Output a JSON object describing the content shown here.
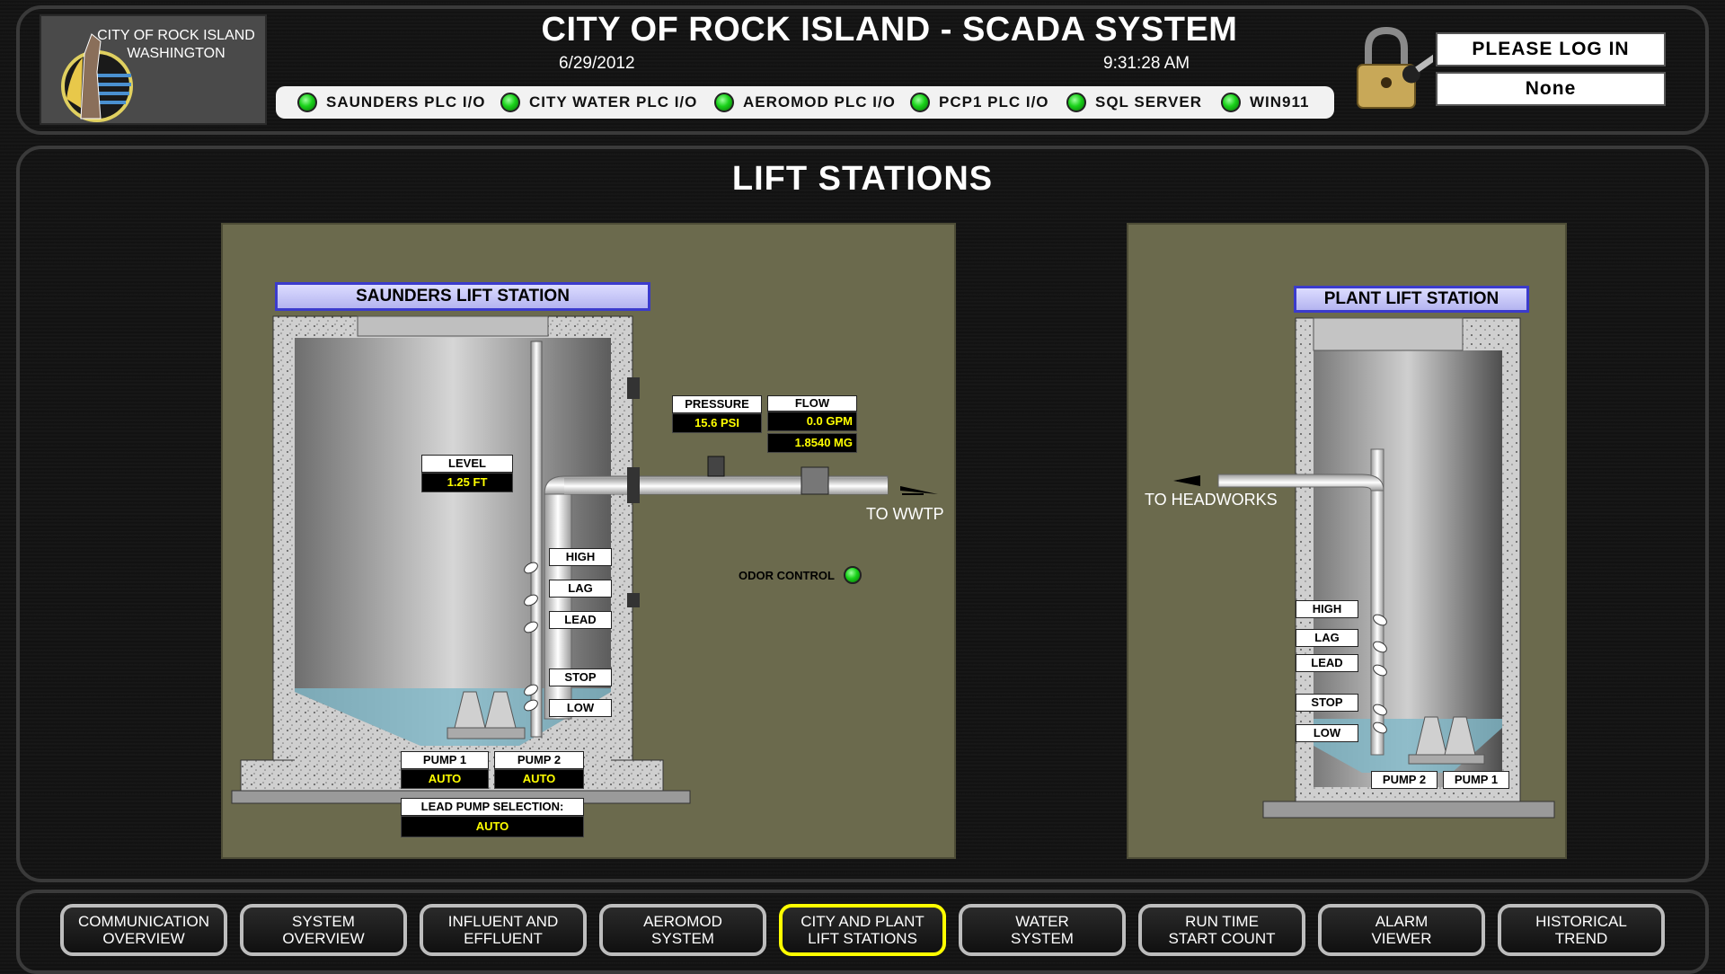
{
  "header": {
    "logo_text": "CITY OF ROCK ISLAND\nWASHINGTON",
    "title": "CITY OF ROCK ISLAND - SCADA SYSTEM",
    "date": "6/29/2012",
    "time": "9:31:28 AM",
    "login_label": "PLEASE LOG IN",
    "user": "None"
  },
  "status_items": [
    {
      "label": "SAUNDERS PLC I/O",
      "state": "ok"
    },
    {
      "label": "CITY WATER PLC I/O",
      "state": "ok"
    },
    {
      "label": "AEROMOD PLC I/O",
      "state": "ok"
    },
    {
      "label": "PCP1 PLC I/O",
      "state": "ok"
    },
    {
      "label": "SQL SERVER",
      "state": "ok"
    },
    {
      "label": "WIN911",
      "state": "ok"
    }
  ],
  "page_title": "LIFT STATIONS",
  "saunders": {
    "title": "SAUNDERS LIFT STATION",
    "level_label": "LEVEL",
    "level_value": "1.25 FT",
    "pressure_label": "PRESSURE",
    "pressure_value": "15.6 PSI",
    "flow_label": "FLOW",
    "flow_rate": "0.0 GPM",
    "flow_total": "1.8540 MG",
    "destination": "TO WWTP",
    "odor_label": "ODOR CONTROL",
    "floats": [
      "HIGH",
      "LAG",
      "LEAD",
      "STOP",
      "LOW"
    ],
    "pump1_label": "PUMP 1",
    "pump1_mode": "AUTO",
    "pump2_label": "PUMP 2",
    "pump2_mode": "AUTO",
    "lead_label": "LEAD PUMP SELECTION:",
    "lead_value": "AUTO"
  },
  "plant": {
    "title": "PLANT LIFT STATION",
    "destination": "TO HEADWORKS",
    "floats": [
      "HIGH",
      "LAG",
      "LEAD",
      "STOP",
      "LOW"
    ],
    "pump2_label": "PUMP 2",
    "pump1_label": "PUMP 1"
  },
  "nav": [
    {
      "label": "COMMUNICATION\nOVERVIEW",
      "active": false
    },
    {
      "label": "SYSTEM\nOVERVIEW",
      "active": false
    },
    {
      "label": "INFLUENT AND\nEFFLUENT",
      "active": false
    },
    {
      "label": "AEROMOD\nSYSTEM",
      "active": false
    },
    {
      "label": "CITY AND PLANT\nLIFT STATIONS",
      "active": true
    },
    {
      "label": "WATER\nSYSTEM",
      "active": false
    },
    {
      "label": "RUN TIME\nSTART COUNT",
      "active": false
    },
    {
      "label": "ALARM\nVIEWER",
      "active": false
    },
    {
      "label": "HISTORICAL\nTREND",
      "active": false
    }
  ],
  "colors": {
    "panel": "#6b6a4d",
    "status_ok": "#19d219",
    "readout_text": "#ffff00",
    "active_nav_border": "#ffff00"
  }
}
